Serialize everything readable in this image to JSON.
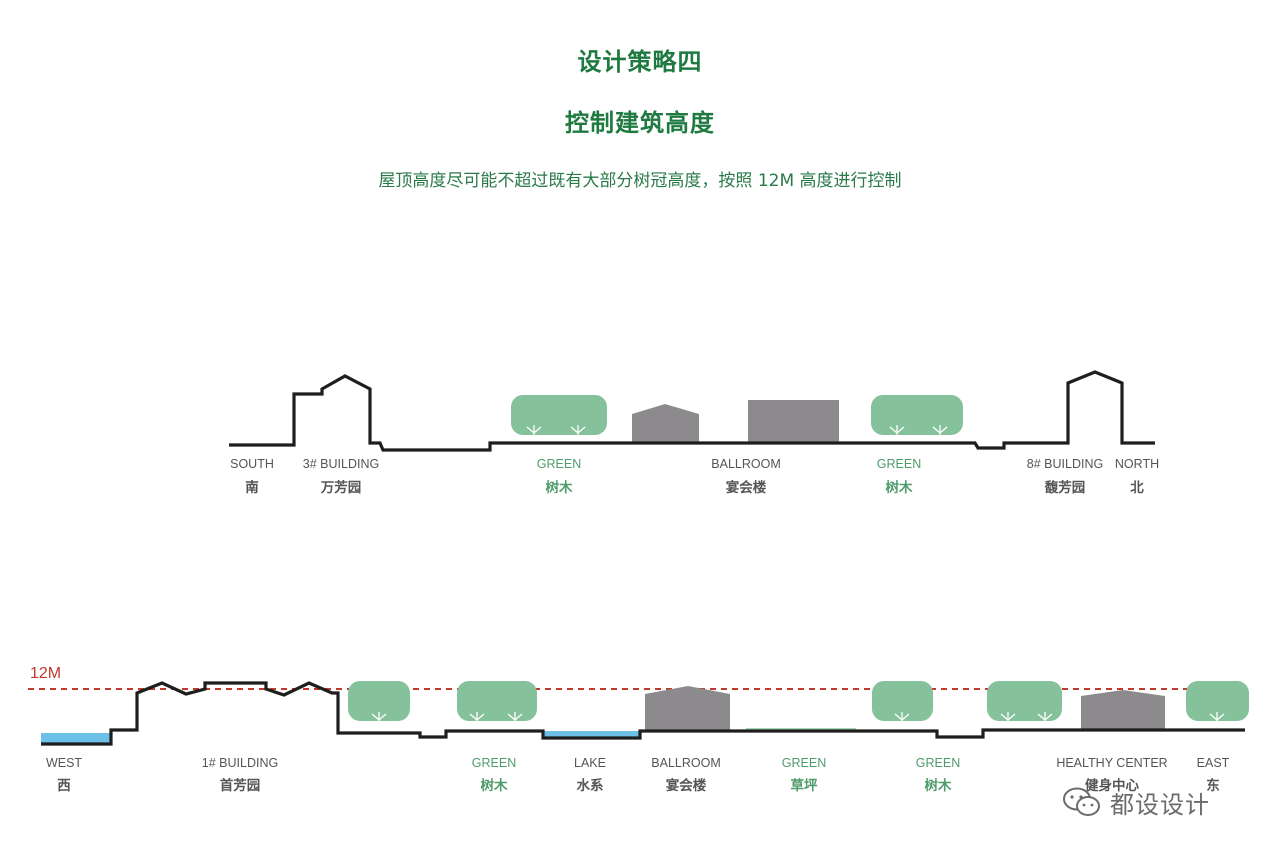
{
  "title_1": "设计策略四",
  "title_2": "控制建筑高度",
  "subtitle": "屋顶高度尽可能不超过既有大部分树冠高度，按照 12M 高度进行控制",
  "colors": {
    "title": "#1f7a42",
    "tree": "#85c19b",
    "building": "#8c8a8c",
    "water": "#6dc0e8",
    "ground": "#1e1e1e",
    "height_line": "#c0392b"
  },
  "section_1": {
    "labels": [
      {
        "en": "SOUTH",
        "cn": "南",
        "green": false
      },
      {
        "en": "3# BUILDING",
        "cn": "万芳园",
        "green": false
      },
      {
        "en": "GREEN",
        "cn": "树木",
        "green": true
      },
      {
        "en": "BALLROOM",
        "cn": "宴会楼",
        "green": false
      },
      {
        "en": "GREEN",
        "cn": "树木",
        "green": true
      },
      {
        "en": "8# BUILDING",
        "cn": "馥芳园",
        "green": false
      },
      {
        "en": "NORTH",
        "cn": "北",
        "green": false
      }
    ]
  },
  "section_2": {
    "height_label": "12M",
    "labels": [
      {
        "en": "WEST",
        "cn": "西",
        "green": false
      },
      {
        "en": "1# BUILDING",
        "cn": "首芳园",
        "green": false
      },
      {
        "en": "GREEN",
        "cn": "树木",
        "green": true
      },
      {
        "en": "LAKE",
        "cn": "水系",
        "green": false
      },
      {
        "en": "BALLROOM",
        "cn": "宴会楼",
        "green": false
      },
      {
        "en": "GREEN",
        "cn": "草坪",
        "green": true
      },
      {
        "en": "GREEN",
        "cn": "树木",
        "green": true
      },
      {
        "en": "HEALTHY CENTER",
        "cn": "健身中心",
        "green": false
      },
      {
        "en": "EAST",
        "cn": "东",
        "green": false
      }
    ]
  },
  "watermark": {
    "icon": "wechat-icon",
    "text": "都设设计"
  }
}
